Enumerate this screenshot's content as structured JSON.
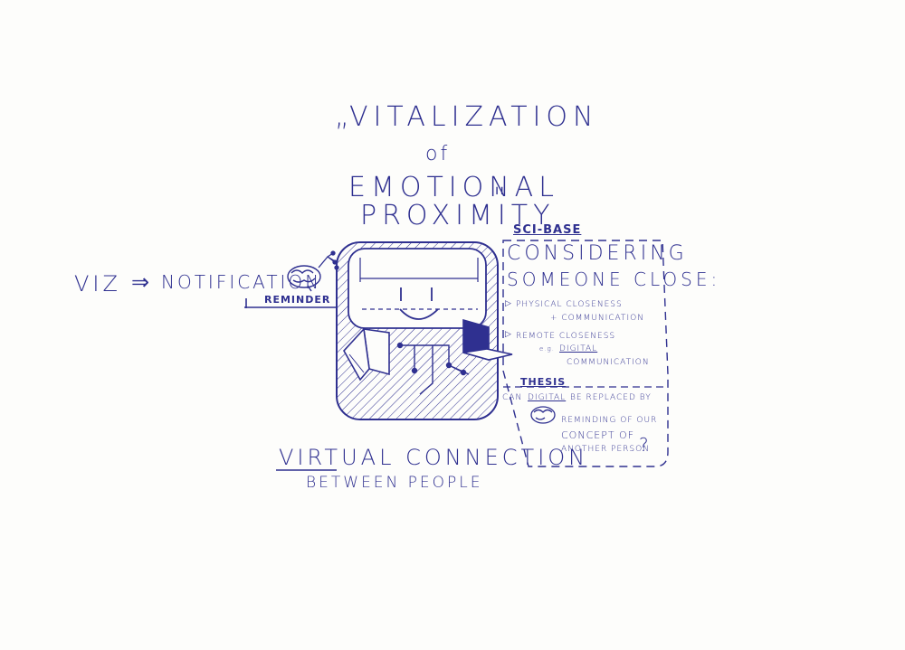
{
  "title": {
    "line1": "„VITALIZATION",
    "line2": "of",
    "line3": "EMOTIONAL",
    "line4": "PROXIMITY",
    "close_quote": "\""
  },
  "left": {
    "viz": "VIZ",
    "arrow": "⇒",
    "notification": "NOTIFICATION",
    "reminder": "REMINDER"
  },
  "sci_base": {
    "heading": "SCI-BASE",
    "considering_line1": "CONSIDERING",
    "considering_line2": "SOMEONE CLOSE:",
    "bullet1_line1": "PHYSICAL CLOSENESS",
    "bullet1_line2": "+ COMMUNICATION",
    "bullet2_line1": "REMOTE CLOSENESS",
    "bullet2_line2_prefix": "e.g.",
    "bullet2_line2_word": "DIGITAL",
    "bullet2_line3": "COMMUNICATION"
  },
  "thesis": {
    "heading": "THESIS",
    "line1_prefix": "CAN",
    "line1_word": "DIGITAL",
    "line1_suffix": "BE REPLACED BY",
    "line2": "REMINDING OF OUR",
    "line3": "CONCEPT OF",
    "line4": "ANOTHER PERSON",
    "question": "?"
  },
  "bottom": {
    "line1": "VIRTUAL CONNECTION",
    "line2": "BETWEEN PEOPLE"
  },
  "colors": {
    "ink": "#2f3090",
    "paper": "#fdfdfb"
  },
  "icons": [
    "brain-icon",
    "laptop-icon",
    "smiley-face-icon",
    "network-icon"
  ]
}
